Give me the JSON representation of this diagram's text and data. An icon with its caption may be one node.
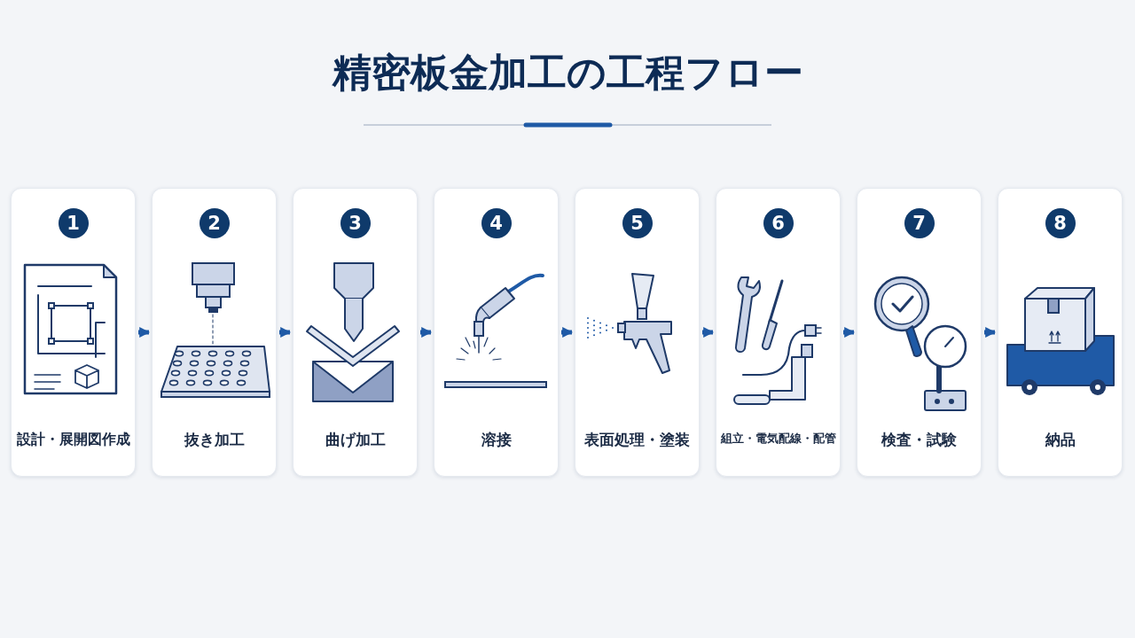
{
  "diagram": {
    "title": "精密板金加工の工程フロー",
    "nodes": [
      {
        "text": [
          "1",
          "設計・展開図作成"
        ]
      },
      {
        "text": [
          "2",
          "抜き加工"
        ]
      },
      {
        "text": [
          "3",
          "曲げ加工"
        ]
      },
      {
        "text": [
          "4",
          "溶接"
        ]
      },
      {
        "text": [
          "5",
          "表面処理・塗装"
        ]
      },
      {
        "text": [
          "6",
          "組立・電気配線・配管"
        ]
      },
      {
        "text": [
          "7",
          "検査・試験"
        ]
      },
      {
        "text": [
          "8",
          "納品"
        ]
      }
    ],
    "edges": [
      {
        "from": 0,
        "to": 1,
        "arrow": "to"
      },
      {
        "from": 1,
        "to": 2,
        "arrow": "to"
      },
      {
        "from": 2,
        "to": 3,
        "arrow": "to"
      },
      {
        "from": 3,
        "to": 4,
        "arrow": "to"
      },
      {
        "from": 4,
        "to": 5,
        "arrow": "to"
      },
      {
        "from": 5,
        "to": 6,
        "arrow": "to"
      },
      {
        "from": 6,
        "to": 7,
        "arrow": "to"
      }
    ]
  }
}
